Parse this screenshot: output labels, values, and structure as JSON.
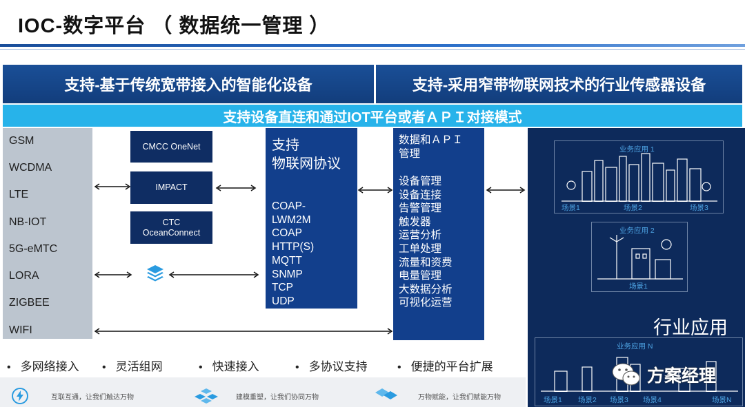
{
  "page": {
    "title": "IOC-数字平台 （ 数据统一管理 ）"
  },
  "banners": {
    "left": "支持-基于传统宽带接入的智能化设备",
    "right": "支持-采用窄带物联网技术的行业传感器设备",
    "cyan": "支持设备直连和通过IOT平台或者ＡＰＩ对接模式"
  },
  "networks": [
    "GSM",
    "WCDMA",
    "LTE",
    "NB-IOT",
    "5G-eMTC",
    "LORA",
    "ZIGBEE",
    "WIFI"
  ],
  "platforms": {
    "onenet": "CMCC OneNet",
    "impact": "IMPACT",
    "ctc_line1": "CTC",
    "ctc_line2": "OceanConnect"
  },
  "protocols": {
    "title_line1": "支持",
    "title_line2": "物联网协议",
    "items": [
      "COAP-",
      "LWM2M",
      "COAP",
      "HTTP(S)",
      "MQTT",
      "SNMP",
      "TCP",
      "UDP"
    ]
  },
  "management": {
    "title_line1": "数据和ＡＰＩ",
    "title_line2": "管理",
    "items": [
      "设备管理",
      "设备连接",
      "告警管理",
      "触发器",
      "运营分析",
      "工单处理",
      "流量和资费",
      "电量管理",
      "大数据分析",
      "可视化运营"
    ]
  },
  "industry": {
    "label": "行业应用",
    "app1": {
      "title": "业务应用 1",
      "scenes": [
        "场景1",
        "场景2",
        "场景3"
      ]
    },
    "app2": {
      "title": "业务应用 2",
      "scenes": [
        "场景1"
      ]
    },
    "appN": {
      "title": "业务应用 N",
      "scenes": [
        "场景1",
        "场景2",
        "场景3",
        "场景4",
        "场景N"
      ]
    }
  },
  "bullets": [
    "多网络接入",
    "灵活组网",
    "快速接入",
    "多协议支持",
    "便捷的平台扩展"
  ],
  "footer": {
    "item1": "互联互通，让我们触达万物",
    "item2": "建模重塑，让我们协同万物",
    "item3": "万物赋能，让我们赋能万物"
  },
  "watermark": "方案经理",
  "colors": {
    "dark_blue": "#123d7c",
    "cyan": "#27b3ea",
    "navy": "#0d2a5b",
    "gray_panel": "#bcc5cf"
  }
}
